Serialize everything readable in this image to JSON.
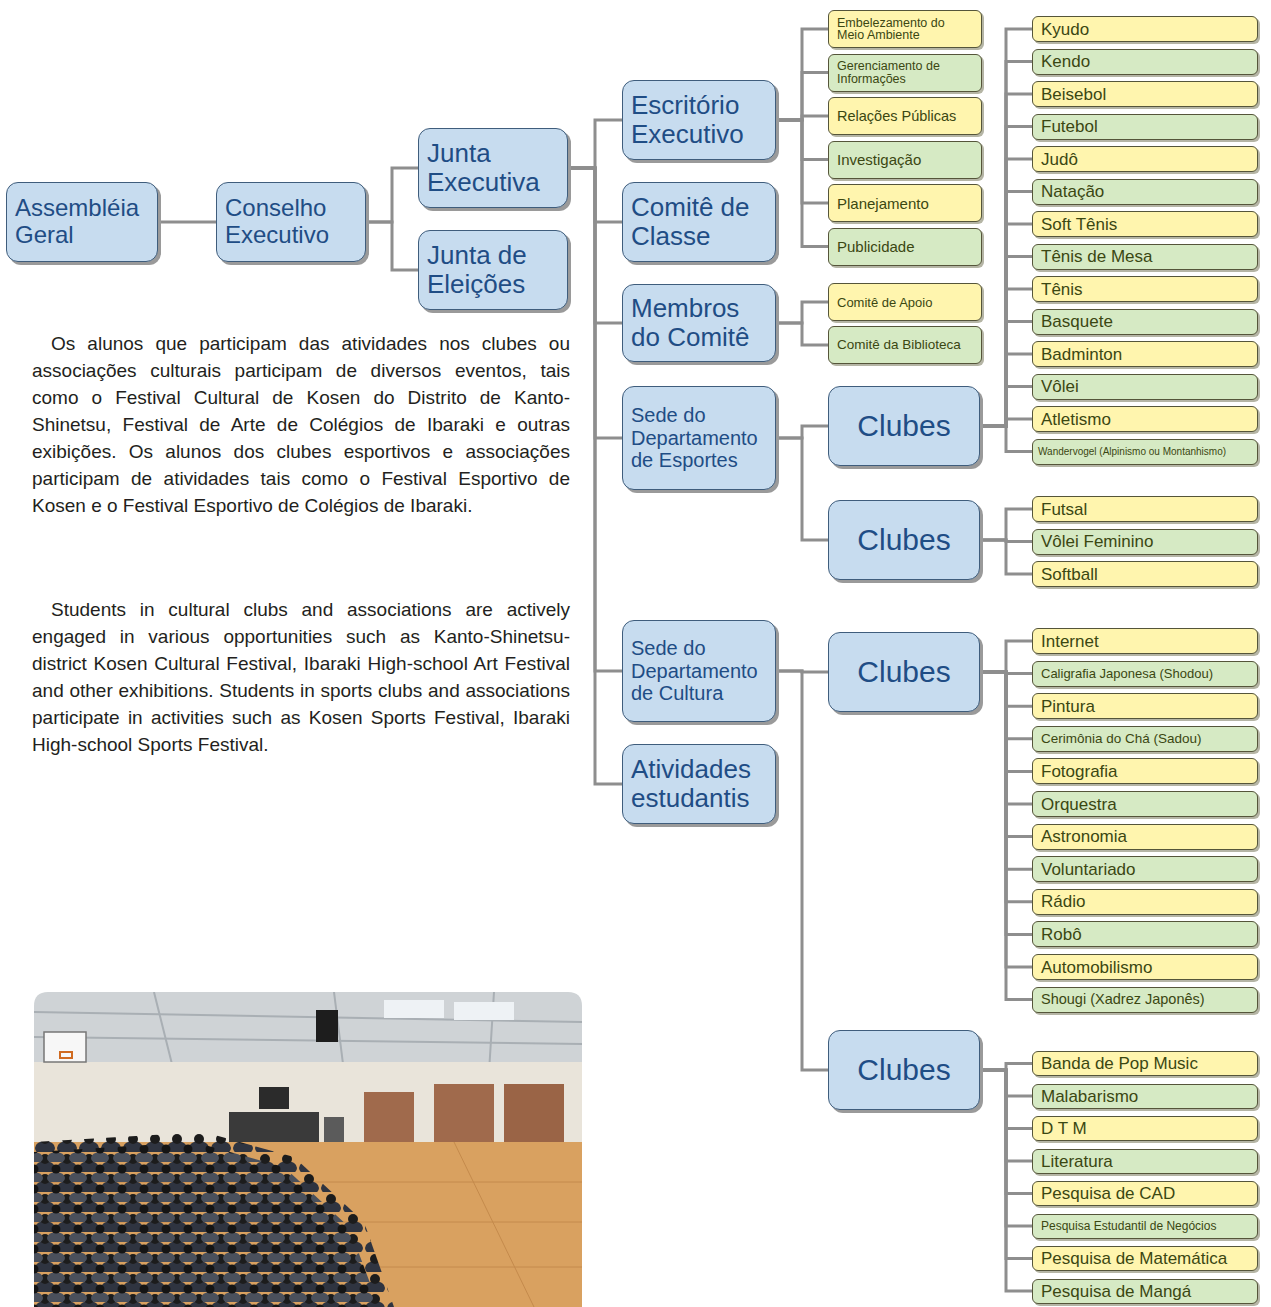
{
  "diagram": {
    "nodes": [
      {
        "text": [
          "Assembléia Geral"
        ]
      },
      {
        "text": [
          "Conselho Executivo"
        ]
      },
      {
        "text": [
          "Junta Executiva"
        ]
      },
      {
        "text": [
          "Junta de Eleições"
        ]
      },
      {
        "text": [
          "Escritório Executivo"
        ]
      },
      {
        "text": [
          "Embelezamento do Meio Ambiente"
        ]
      },
      {
        "text": [
          "Gerenciamento de Informações"
        ]
      },
      {
        "text": [
          "Relações Públicas"
        ]
      },
      {
        "text": [
          "Investigação"
        ]
      },
      {
        "text": [
          "Planejamento"
        ]
      },
      {
        "text": [
          "Publicidade"
        ]
      },
      {
        "text": [
          "Comitê de Classe"
        ]
      },
      {
        "text": [
          "Membros do Comitê"
        ]
      },
      {
        "text": [
          "Comitê de Apoio"
        ]
      },
      {
        "text": [
          "Comitê da Biblioteca"
        ]
      },
      {
        "text": [
          "Sede do Departamento de Esportes"
        ]
      },
      {
        "text": [
          "Clubes"
        ]
      },
      {
        "text": [
          "Kyudo"
        ]
      },
      {
        "text": [
          "Kendo"
        ]
      },
      {
        "text": [
          "Beisebol"
        ]
      },
      {
        "text": [
          "Futebol"
        ]
      },
      {
        "text": [
          "Judô"
        ]
      },
      {
        "text": [
          "Natação"
        ]
      },
      {
        "text": [
          "Soft Tênis"
        ]
      },
      {
        "text": [
          "Tênis de Mesa"
        ]
      },
      {
        "text": [
          "Tênis"
        ]
      },
      {
        "text": [
          "Basquete"
        ]
      },
      {
        "text": [
          "Badminton"
        ]
      },
      {
        "text": [
          "Vôlei"
        ]
      },
      {
        "text": [
          "Atletismo"
        ]
      },
      {
        "text": [
          "Wandervogel (Alpinismo ou Montanhismo)"
        ]
      },
      {
        "text": [
          "Clubes"
        ]
      },
      {
        "text": [
          "Futsal"
        ]
      },
      {
        "text": [
          "Vôlei Feminino"
        ]
      },
      {
        "text": [
          "Softball"
        ]
      },
      {
        "text": [
          "Sede do Departamento de Cultura"
        ]
      },
      {
        "text": [
          "Clubes"
        ]
      },
      {
        "text": [
          "Internet"
        ]
      },
      {
        "text": [
          "Caligrafia Japonesa (Shodou)"
        ]
      },
      {
        "text": [
          "Pintura"
        ]
      },
      {
        "text": [
          "Cerimônia do Chá (Sadou)"
        ]
      },
      {
        "text": [
          "Fotografia"
        ]
      },
      {
        "text": [
          "Orquestra"
        ]
      },
      {
        "text": [
          "Astronomia"
        ]
      },
      {
        "text": [
          "Voluntariado"
        ]
      },
      {
        "text": [
          "Rádio"
        ]
      },
      {
        "text": [
          "Robô"
        ]
      },
      {
        "text": [
          "Automobilismo"
        ]
      },
      {
        "text": [
          "Shougi (Xadrez Japonês)"
        ]
      },
      {
        "text": [
          "Clubes"
        ]
      },
      {
        "text": [
          "Banda de Pop Music"
        ]
      },
      {
        "text": [
          "Malabarismo"
        ]
      },
      {
        "text": [
          "D T M"
        ]
      },
      {
        "text": [
          "Literatura"
        ]
      },
      {
        "text": [
          "Pesquisa de CAD"
        ]
      },
      {
        "text": [
          "Pesquisa Estudantil de Negócios"
        ]
      },
      {
        "text": [
          "Pesquisa de Matemática"
        ]
      },
      {
        "text": [
          "Pesquisa de Mangá"
        ]
      },
      {
        "text": [
          "Atividades estudantis"
        ]
      }
    ],
    "edges": [
      {
        "from": 0,
        "to": 1,
        "arrow": "none"
      },
      {
        "from": 1,
        "to": 2,
        "arrow": "none"
      },
      {
        "from": 1,
        "to": 3,
        "arrow": "none"
      },
      {
        "from": 2,
        "to": 4,
        "arrow": "none"
      },
      {
        "from": 2,
        "to": 11,
        "arrow": "none"
      },
      {
        "from": 2,
        "to": 12,
        "arrow": "none"
      },
      {
        "from": 2,
        "to": 15,
        "arrow": "none"
      },
      {
        "from": 2,
        "to": 35,
        "arrow": "none"
      },
      {
        "from": 2,
        "to": 58,
        "arrow": "none"
      },
      {
        "from": 4,
        "to": 5,
        "arrow": "none"
      },
      {
        "from": 4,
        "to": 6,
        "arrow": "none"
      },
      {
        "from": 4,
        "to": 7,
        "arrow": "none"
      },
      {
        "from": 4,
        "to": 8,
        "arrow": "none"
      },
      {
        "from": 4,
        "to": 9,
        "arrow": "none"
      },
      {
        "from": 4,
        "to": 10,
        "arrow": "none"
      },
      {
        "from": 12,
        "to": 13,
        "arrow": "none"
      },
      {
        "from": 12,
        "to": 14,
        "arrow": "none"
      },
      {
        "from": 15,
        "to": 16,
        "arrow": "none"
      },
      {
        "from": 15,
        "to": 31,
        "arrow": "none"
      },
      {
        "from": 16,
        "to": 17,
        "arrow": "none"
      },
      {
        "from": 16,
        "to": 18,
        "arrow": "none"
      },
      {
        "from": 16,
        "to": 19,
        "arrow": "none"
      },
      {
        "from": 16,
        "to": 20,
        "arrow": "none"
      },
      {
        "from": 16,
        "to": 21,
        "arrow": "none"
      },
      {
        "from": 16,
        "to": 22,
        "arrow": "none"
      },
      {
        "from": 16,
        "to": 23,
        "arrow": "none"
      },
      {
        "from": 16,
        "to": 24,
        "arrow": "none"
      },
      {
        "from": 16,
        "to": 25,
        "arrow": "none"
      },
      {
        "from": 16,
        "to": 26,
        "arrow": "none"
      },
      {
        "from": 16,
        "to": 27,
        "arrow": "none"
      },
      {
        "from": 16,
        "to": 28,
        "arrow": "none"
      },
      {
        "from": 16,
        "to": 29,
        "arrow": "none"
      },
      {
        "from": 16,
        "to": 30,
        "arrow": "none"
      },
      {
        "from": 31,
        "to": 32,
        "arrow": "none"
      },
      {
        "from": 31,
        "to": 33,
        "arrow": "none"
      },
      {
        "from": 31,
        "to": 34,
        "arrow": "none"
      },
      {
        "from": 35,
        "to": 36,
        "arrow": "none"
      },
      {
        "from": 35,
        "to": 49,
        "arrow": "none"
      },
      {
        "from": 36,
        "to": 37,
        "arrow": "none"
      },
      {
        "from": 36,
        "to": 38,
        "arrow": "none"
      },
      {
        "from": 36,
        "to": 39,
        "arrow": "none"
      },
      {
        "from": 36,
        "to": 40,
        "arrow": "none"
      },
      {
        "from": 36,
        "to": 41,
        "arrow": "none"
      },
      {
        "from": 36,
        "to": 42,
        "arrow": "none"
      },
      {
        "from": 36,
        "to": 43,
        "arrow": "none"
      },
      {
        "from": 36,
        "to": 44,
        "arrow": "none"
      },
      {
        "from": 36,
        "to": 45,
        "arrow": "none"
      },
      {
        "from": 36,
        "to": 46,
        "arrow": "none"
      },
      {
        "from": 36,
        "to": 47,
        "arrow": "none"
      },
      {
        "from": 36,
        "to": 48,
        "arrow": "none"
      },
      {
        "from": 49,
        "to": 50,
        "arrow": "none"
      },
      {
        "from": 49,
        "to": 51,
        "arrow": "none"
      },
      {
        "from": 49,
        "to": 52,
        "arrow": "none"
      },
      {
        "from": 49,
        "to": 53,
        "arrow": "none"
      },
      {
        "from": 49,
        "to": 54,
        "arrow": "none"
      },
      {
        "from": 49,
        "to": 55,
        "arrow": "none"
      },
      {
        "from": 49,
        "to": 56,
        "arrow": "none"
      },
      {
        "from": 49,
        "to": 57,
        "arrow": "none"
      }
    ],
    "labels": [
      "Os alunos que participam das atividades nos clubes ou associações culturais participam de diversos eventos, tais como o Festival Cultural de Kosen do Distrito de Kanto-Shinetsu, Festival de Arte de Colégios de Ibaraki e outras exibições. Os alunos dos clubes esportivos e associações participam de atividades tais como o Festival Esportivo de Kosen e o Festival Esportivo de Colégios de Ibaraki.",
      "Students in cultural clubs and associations are actively engaged in various opportunities such as Kanto-Shinetsu-district Kosen Cultural Festival, Ibaraki High-school Art Festival and other exhibitions. Students in sports clubs and associations participate in activities such as Kosen Sports Festival, Ibaraki High-school Sports Festival."
    ]
  }
}
